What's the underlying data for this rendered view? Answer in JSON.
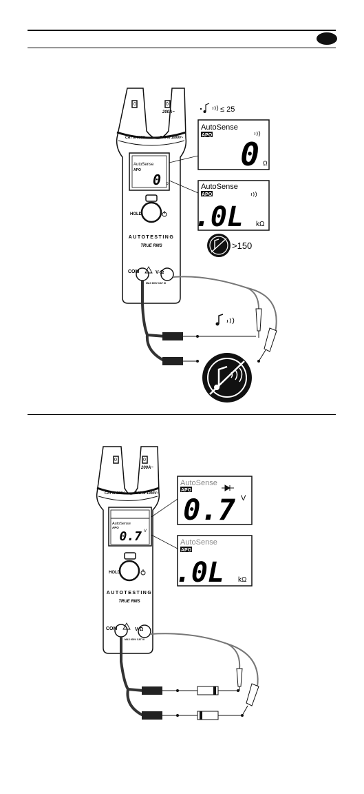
{
  "meter": {
    "jaw_rating": "200A~",
    "cat_left": "CAT III 600V~",
    "cat_right": "CAT III 1000V~",
    "hold_label": "HOLD",
    "brand": "AUTOTESTING",
    "model": "TRUE RMS",
    "com_label": "COM",
    "input_label": "V-Ω",
    "com_rating": "MAX 600V CAT III",
    "jaw_mark": "0"
  },
  "figure1": {
    "threshold_text": "≤ 25",
    "open_threshold": ">150",
    "display_small": {
      "mode": "AutoSense",
      "apo": "APO",
      "value": "0",
      "unit": "Ω"
    },
    "display_top": {
      "mode": "AutoSense",
      "apo": "APO",
      "value": "0",
      "unit": "Ω"
    },
    "display_bottom": {
      "mode": "AutoSense",
      "apo": "APO",
      "value": ".0L",
      "unit": "kΩ"
    }
  },
  "figure2": {
    "display_small": {
      "mode": "AutoSense",
      "apo": "APO",
      "value": "0.7",
      "unit": "V"
    },
    "display_top": {
      "mode": "AutoSense",
      "apo": "APO",
      "value": "0.7",
      "unit": "V"
    },
    "display_bottom": {
      "mode": "AutoSense",
      "apo": "APO",
      "value": ".0L",
      "unit": "kΩ"
    }
  },
  "colors": {
    "ink": "#111111",
    "paper": "#ffffff",
    "grey": "#9a9a9a",
    "lead": "#555555"
  },
  "icons": [
    "continuity-beeper-icon",
    "beeper-off-icon",
    "diode-icon",
    "warning-icon",
    "power-icon"
  ]
}
